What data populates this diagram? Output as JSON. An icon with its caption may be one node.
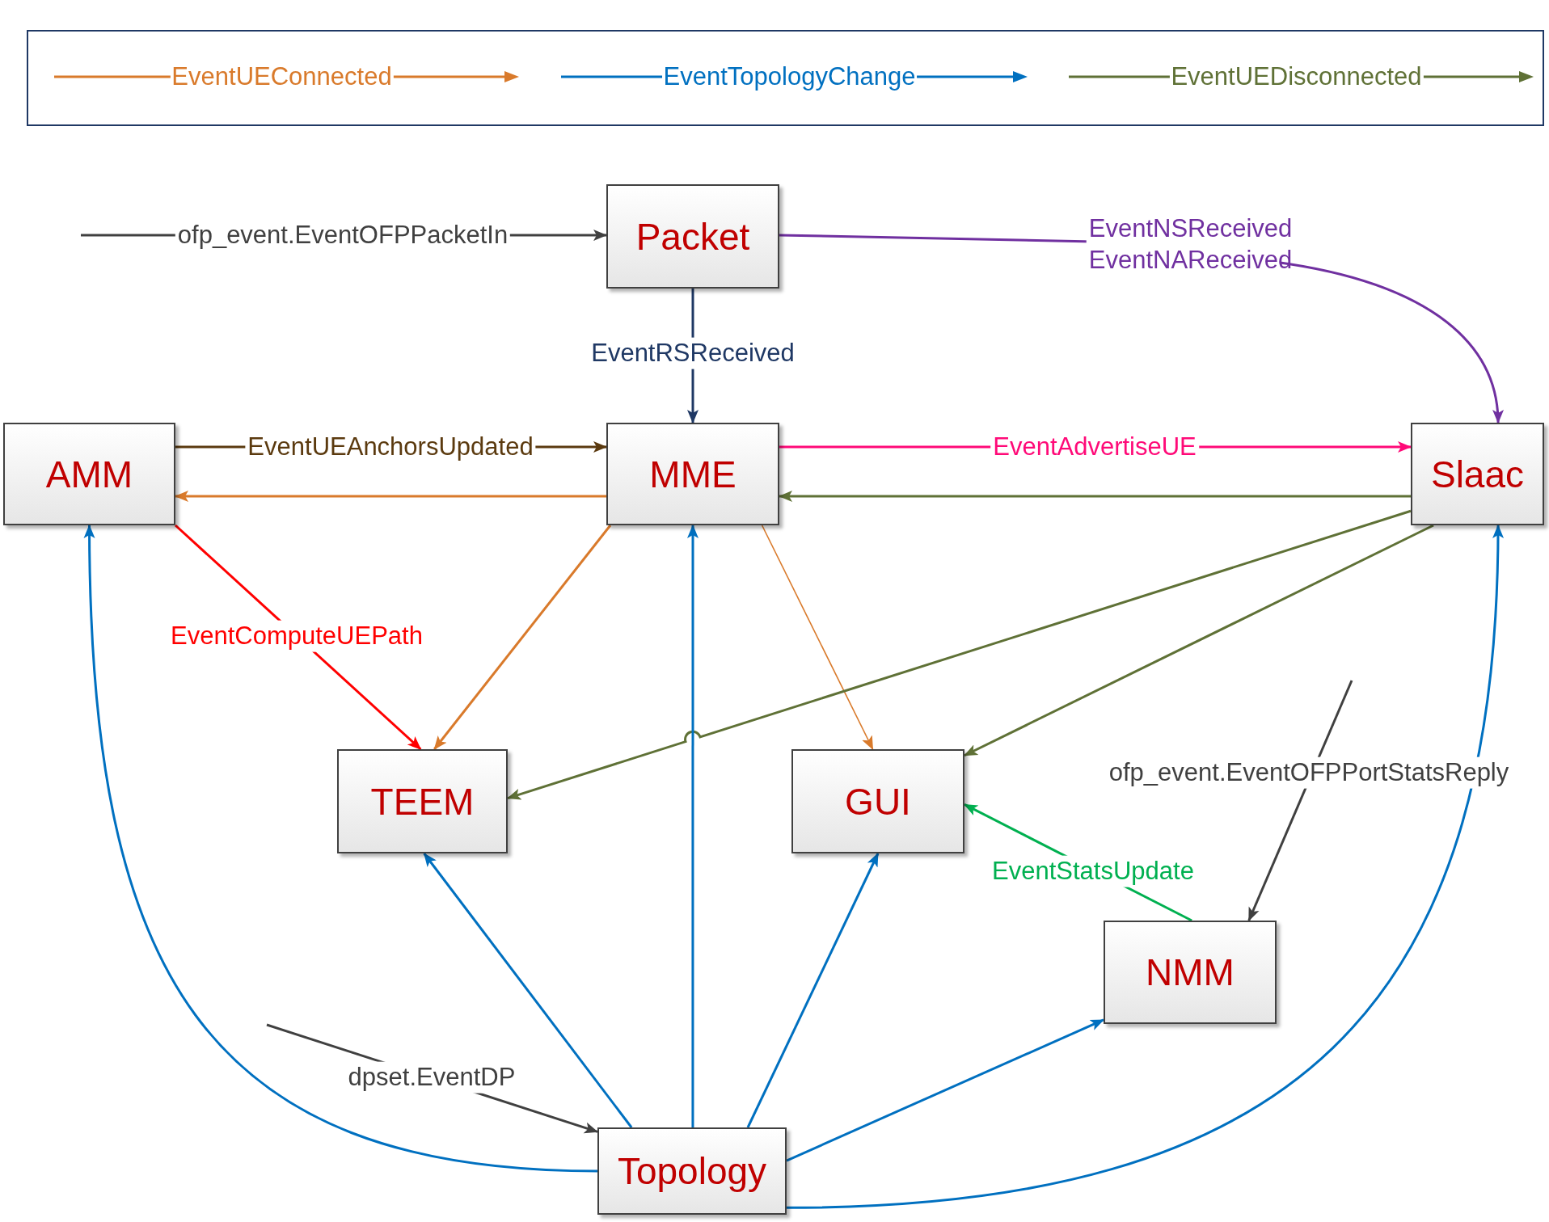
{
  "diagram": {
    "nodes": [
      {
        "text": [
          "Packet"
        ]
      },
      {
        "text": [
          "AMM"
        ]
      },
      {
        "text": [
          "MME"
        ]
      },
      {
        "text": [
          "Slaac"
        ]
      },
      {
        "text": [
          "TEEM"
        ]
      },
      {
        "text": [
          "GUI"
        ]
      },
      {
        "text": [
          "NMM"
        ]
      },
      {
        "text": [
          "Topology"
        ]
      }
    ],
    "edges": [
      {
        "from": null,
        "to": 0,
        "arrow": "to",
        "label": "ofp_event.EventOFPPacketIn",
        "color": "#404040"
      },
      {
        "from": 0,
        "to": 3,
        "arrow": "to",
        "label": "EventNSReceived EventNAReceived",
        "color": "#7030a0"
      },
      {
        "from": 0,
        "to": 2,
        "arrow": "to",
        "label": "EventRSReceived",
        "color": "#1f3864"
      },
      {
        "from": 1,
        "to": 2,
        "arrow": "to",
        "label": "EventUEAnchorsUpdated",
        "color": "#5b3a0f"
      },
      {
        "from": 2,
        "to": 1,
        "arrow": "to",
        "color": "#d97a2b"
      },
      {
        "from": 2,
        "to": 3,
        "arrow": "to",
        "label": "EventAdvertiseUE",
        "color": "#ff0a78"
      },
      {
        "from": 3,
        "to": 2,
        "arrow": "to",
        "color": "#5f7136"
      },
      {
        "from": 1,
        "to": 4,
        "arrow": "to",
        "label": "EventComputeUEPath",
        "color": "#ff0000"
      },
      {
        "from": 2,
        "to": 4,
        "arrow": "to",
        "color": "#d97a2b"
      },
      {
        "from": 2,
        "to": 5,
        "arrow": "to",
        "color": "#d97a2b"
      },
      {
        "from": 3,
        "to": 4,
        "arrow": "to",
        "color": "#5f7136"
      },
      {
        "from": 3,
        "to": 5,
        "arrow": "to",
        "color": "#5f7136"
      },
      {
        "from": null,
        "to": 6,
        "arrow": "to",
        "label": "ofp_event.EventOFPPortStatsReply",
        "color": "#404040"
      },
      {
        "from": 6,
        "to": 5,
        "arrow": "to",
        "label": "EventStatsUpdate",
        "color": "#00b050"
      },
      {
        "from": null,
        "to": 7,
        "arrow": "to",
        "label": "dpset.EventDP",
        "color": "#404040"
      },
      {
        "from": 7,
        "to": 1,
        "arrow": "to",
        "color": "#0070c0"
      },
      {
        "from": 7,
        "to": 4,
        "arrow": "to",
        "color": "#0070c0"
      },
      {
        "from": 7,
        "to": 2,
        "arrow": "to",
        "color": "#0070c0"
      },
      {
        "from": 7,
        "to": 5,
        "arrow": "to",
        "color": "#0070c0"
      },
      {
        "from": 7,
        "to": 6,
        "arrow": "to",
        "color": "#0070c0"
      },
      {
        "from": 7,
        "to": 3,
        "arrow": "to",
        "color": "#0070c0"
      }
    ],
    "legend": [
      {
        "text": "EventUEConnected",
        "color": "#d97a2b"
      },
      {
        "text": "EventTopologyChange",
        "color": "#0070c0"
      },
      {
        "text": "EventUEDisconnected",
        "color": "#5f7136"
      }
    ]
  }
}
